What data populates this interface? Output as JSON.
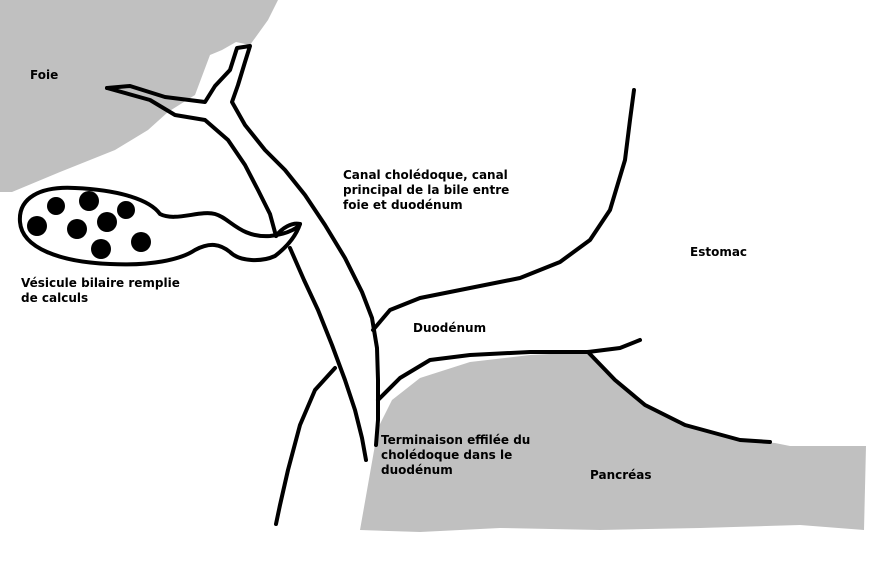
{
  "colors": {
    "organ_fill": "#c0c0c0",
    "stroke": "#000000",
    "calculi": "#000000",
    "background": "#ffffff"
  },
  "labels": {
    "foie": "Foie",
    "canal_line1": "Canal cholédoque, canal",
    "canal_line2": "principal de la bile entre",
    "canal_line3": "foie et duodénum",
    "estomac": "Estomac",
    "vesicule_line1": "Vésicule bilaire remplie",
    "vesicule_line2": "de calculs",
    "duodenum": "Duodénum",
    "terminaison_line1": "Terminaison effilée du",
    "terminaison_line2": "cholédoque dans le",
    "terminaison_line3": "duodénum",
    "pancreas": "Pancréas"
  }
}
